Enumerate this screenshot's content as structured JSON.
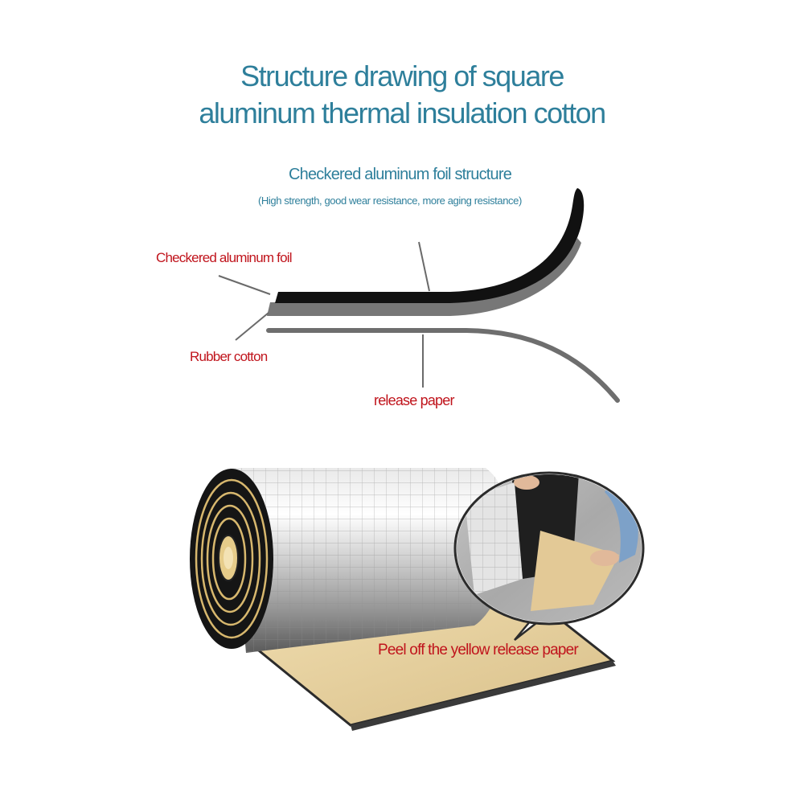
{
  "title": {
    "line1": "Structure drawing of square",
    "line2": "aluminum thermal insulation cotton"
  },
  "structure": {
    "heading": "Checkered aluminum foil structure",
    "subheading": "(High strength, good wear resistance, more aging resistance)"
  },
  "layers": {
    "foil": "Checkered aluminum foil",
    "rubber": "Rubber cotton",
    "release": "release paper"
  },
  "product": {
    "callout": "Peel off the yellow release paper"
  },
  "colors": {
    "title": "#2e7f9b",
    "label_red": "#c0141c",
    "foil_black": "#111111",
    "rubber_gray": "#777777",
    "release_gray": "#6e6e6e",
    "release_yellow": "#e8d29e"
  }
}
